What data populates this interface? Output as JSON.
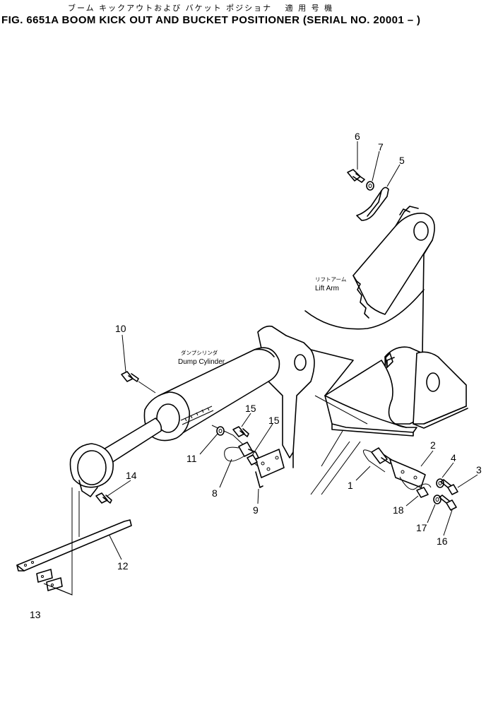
{
  "title": {
    "japanese": "ブーム キックアウトおよび バケット ポジショナ　 適 用 号 機",
    "english": "FIG. 6651A  BOOM KICK OUT AND BUCKET POSITIONER (SERIAL NO. 20001 – )"
  },
  "components": {
    "lift_arm": {
      "label_jp": "リフトアーム",
      "label_en": "Lift Arm"
    },
    "dump_cylinder": {
      "label_jp": "ダンプシリンダ",
      "label_en": "Dump Cylinder"
    }
  },
  "callouts": [
    {
      "id": "c1",
      "text": "1"
    },
    {
      "id": "c2",
      "text": "2"
    },
    {
      "id": "c3",
      "text": "3"
    },
    {
      "id": "c4",
      "text": "4"
    },
    {
      "id": "c5",
      "text": "5"
    },
    {
      "id": "c6",
      "text": "6"
    },
    {
      "id": "c7",
      "text": "7"
    },
    {
      "id": "c8",
      "text": "8"
    },
    {
      "id": "c9",
      "text": "9"
    },
    {
      "id": "c10",
      "text": "10"
    },
    {
      "id": "c11",
      "text": "11"
    },
    {
      "id": "c12",
      "text": "12"
    },
    {
      "id": "c13",
      "text": "13"
    },
    {
      "id": "c14",
      "text": "14"
    },
    {
      "id": "c15a",
      "text": "15"
    },
    {
      "id": "c15b",
      "text": "15"
    },
    {
      "id": "c16",
      "text": "16"
    },
    {
      "id": "c17",
      "text": "17"
    },
    {
      "id": "c18",
      "text": "18"
    }
  ]
}
